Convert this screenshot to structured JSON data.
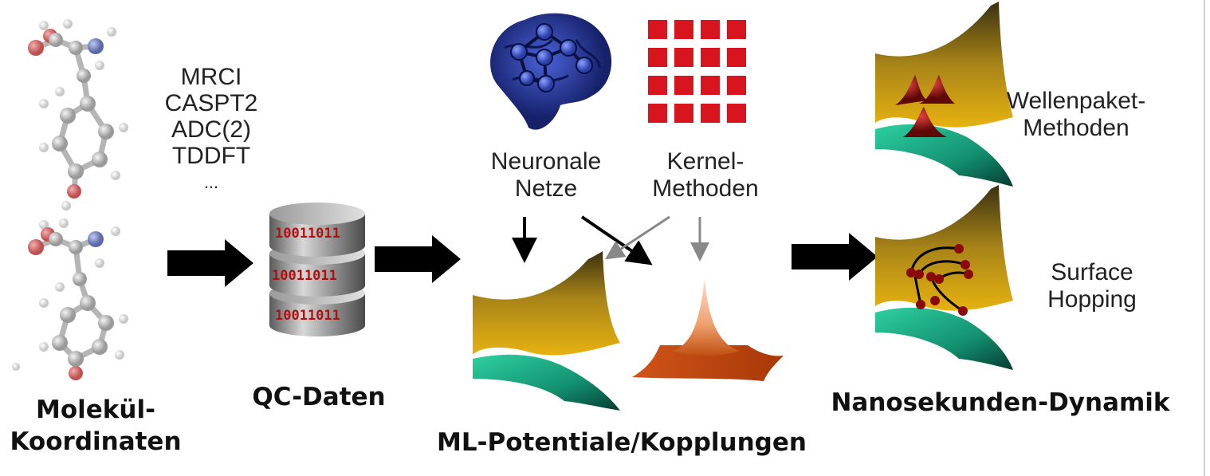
{
  "qc_methods": [
    "MRCI",
    "CASPT2",
    "ADC(2)",
    "TDDFT",
    "..."
  ],
  "labels": {
    "molecule": [
      "Molekül-",
      "Koordinaten"
    ],
    "qc_data": "QC-Daten",
    "neural": [
      "Neuronale",
      "Netze"
    ],
    "kernel": [
      "Kernel-",
      "Methoden"
    ],
    "ml": "ML-Potentiale/Kopplungen",
    "dynamics": "Nanosekunden-Dynamik",
    "wavepacket": [
      "Wellenpaket-",
      "Methoden"
    ],
    "hopping": [
      "Surface",
      "Hopping"
    ]
  },
  "binary_rows": [
    "10011011",
    "10011011",
    "10011011"
  ],
  "colors": {
    "surface_upper": "#c99a10",
    "surface_lower": "#1aa880",
    "kernel_red": "#d8141f",
    "brain_blue": "#2a3fa8",
    "peak_orange": "#e0703a",
    "wavepacket_red": "#a01010"
  }
}
